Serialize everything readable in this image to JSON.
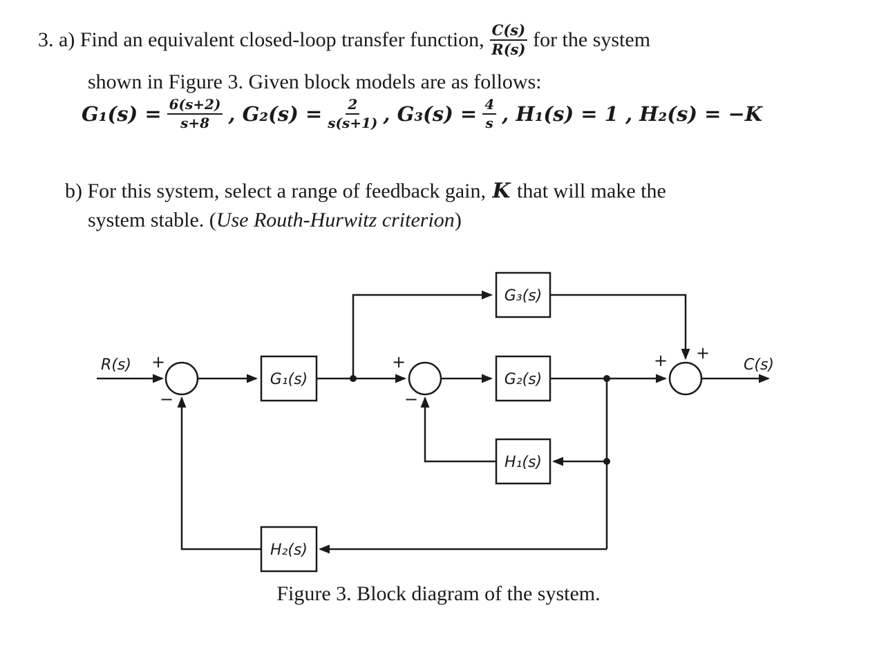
{
  "problem": {
    "part_a": {
      "label": "3. a) ",
      "before_fraction": "Find an equivalent closed-loop transfer function,",
      "fraction": {
        "num": "C(s)",
        "den": "R(s)"
      },
      "after_fraction": "for the system",
      "line2": "shown in Figure 3. Given block models are as follows:"
    },
    "equation": {
      "g1_lhs": "G₁(s) =",
      "g1_frac": {
        "num": "6(s+2)",
        "den": "s+8"
      },
      "g2_lhs": ", G₂(s) =",
      "g2_frac": {
        "num": "2",
        "den": "s(s+1)"
      },
      "g3_lhs": ", G₃(s) =",
      "g3_frac": {
        "num": "4",
        "den": "s"
      },
      "tail": ", H₁(s) = 1 , H₂(s) = −K"
    },
    "part_b": {
      "line1_pre": "b) For this system, select a range of feedback gain, ",
      "line1_k": "K",
      "line1_post": " that will make the",
      "line2_pre": "system stable. (",
      "line2_italic": "Use Routh-Hurwitz criterion",
      "line2_post": ")"
    }
  },
  "diagram": {
    "input_label": "R(s)",
    "output_label": "C(s)",
    "blocks": {
      "g1": "G₁(s)",
      "g2": "G₂(s)",
      "g3": "G₃(s)",
      "h1": "H₁(s)",
      "h2": "H₂(s)"
    },
    "signs": {
      "sum1_top": "+",
      "sum1_bottom": "−",
      "sum2_top": "+",
      "sum2_bottom": "−",
      "sum3_left": "+",
      "sum3_top": "+"
    },
    "caption": "Figure 3. Block diagram of the system."
  },
  "colors": {
    "ink": "#1a1a1a",
    "background": "#ffffff"
  }
}
